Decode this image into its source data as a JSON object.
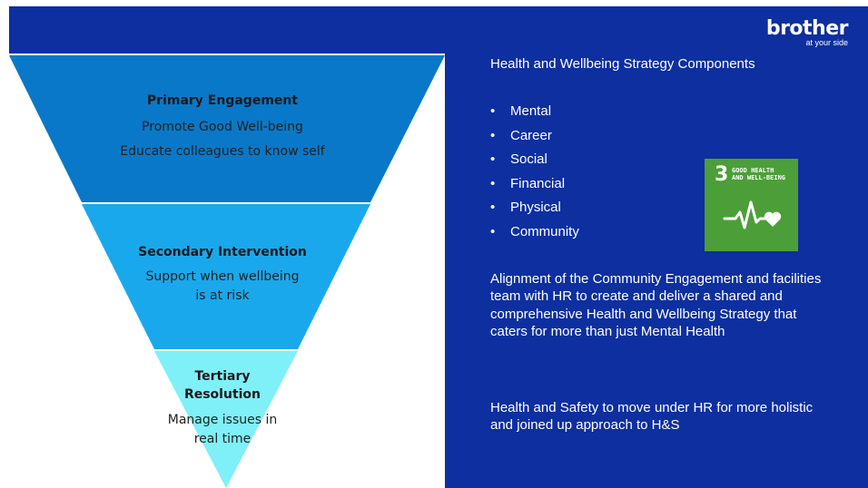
{
  "brand": {
    "name": "brother",
    "tagline": "at your side"
  },
  "colors": {
    "panel": "#0d2fa0",
    "tier_primary": "#0a78c8",
    "tier_secondary": "#1aa8ec",
    "tier_tertiary": "#7ff0f8",
    "sdg_green": "#4c9f38"
  },
  "funnel": {
    "primary": {
      "title": "Primary Engagement",
      "lines": [
        "Promote Good Well-being",
        "Educate colleagues to know self"
      ]
    },
    "secondary": {
      "title": "Secondary Intervention",
      "lines": [
        "Support when wellbeing",
        "is at risk"
      ]
    },
    "tertiary": {
      "title_lines": [
        "Tertiary",
        "Resolution"
      ],
      "lines": [
        "Manage issues in",
        "real time"
      ]
    }
  },
  "panel": {
    "heading": "Health and Wellbeing Strategy Components",
    "components": [
      "Mental",
      "Career",
      "Social",
      "Financial",
      "Physical",
      "Community"
    ],
    "paragraph_1": "Alignment of the Community Engagement and facilities team with HR to create and deliver a shared and comprehensive Health and Wellbeing Strategy that caters for more than just Mental Health",
    "paragraph_2": "Health and Safety to move under HR for more holistic and joined up approach to H&S"
  },
  "sdg_badge": {
    "number": "3",
    "label": "GOOD HEALTH\nAND WELL-BEING",
    "icon": "heartbeat-heart-icon"
  }
}
